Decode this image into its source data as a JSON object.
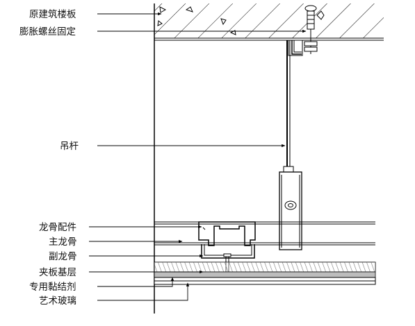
{
  "labels": {
    "slab": "原建筑楼板",
    "bolt": "膨胀螺丝固定",
    "rod": "吊杆",
    "fitting": "龙骨配件",
    "main_keel": "主龙骨",
    "sub_keel": "副龙骨",
    "plywood": "夹板基层",
    "adhesive": "专用黏结剂",
    "glass": "艺术玻璃"
  }
}
